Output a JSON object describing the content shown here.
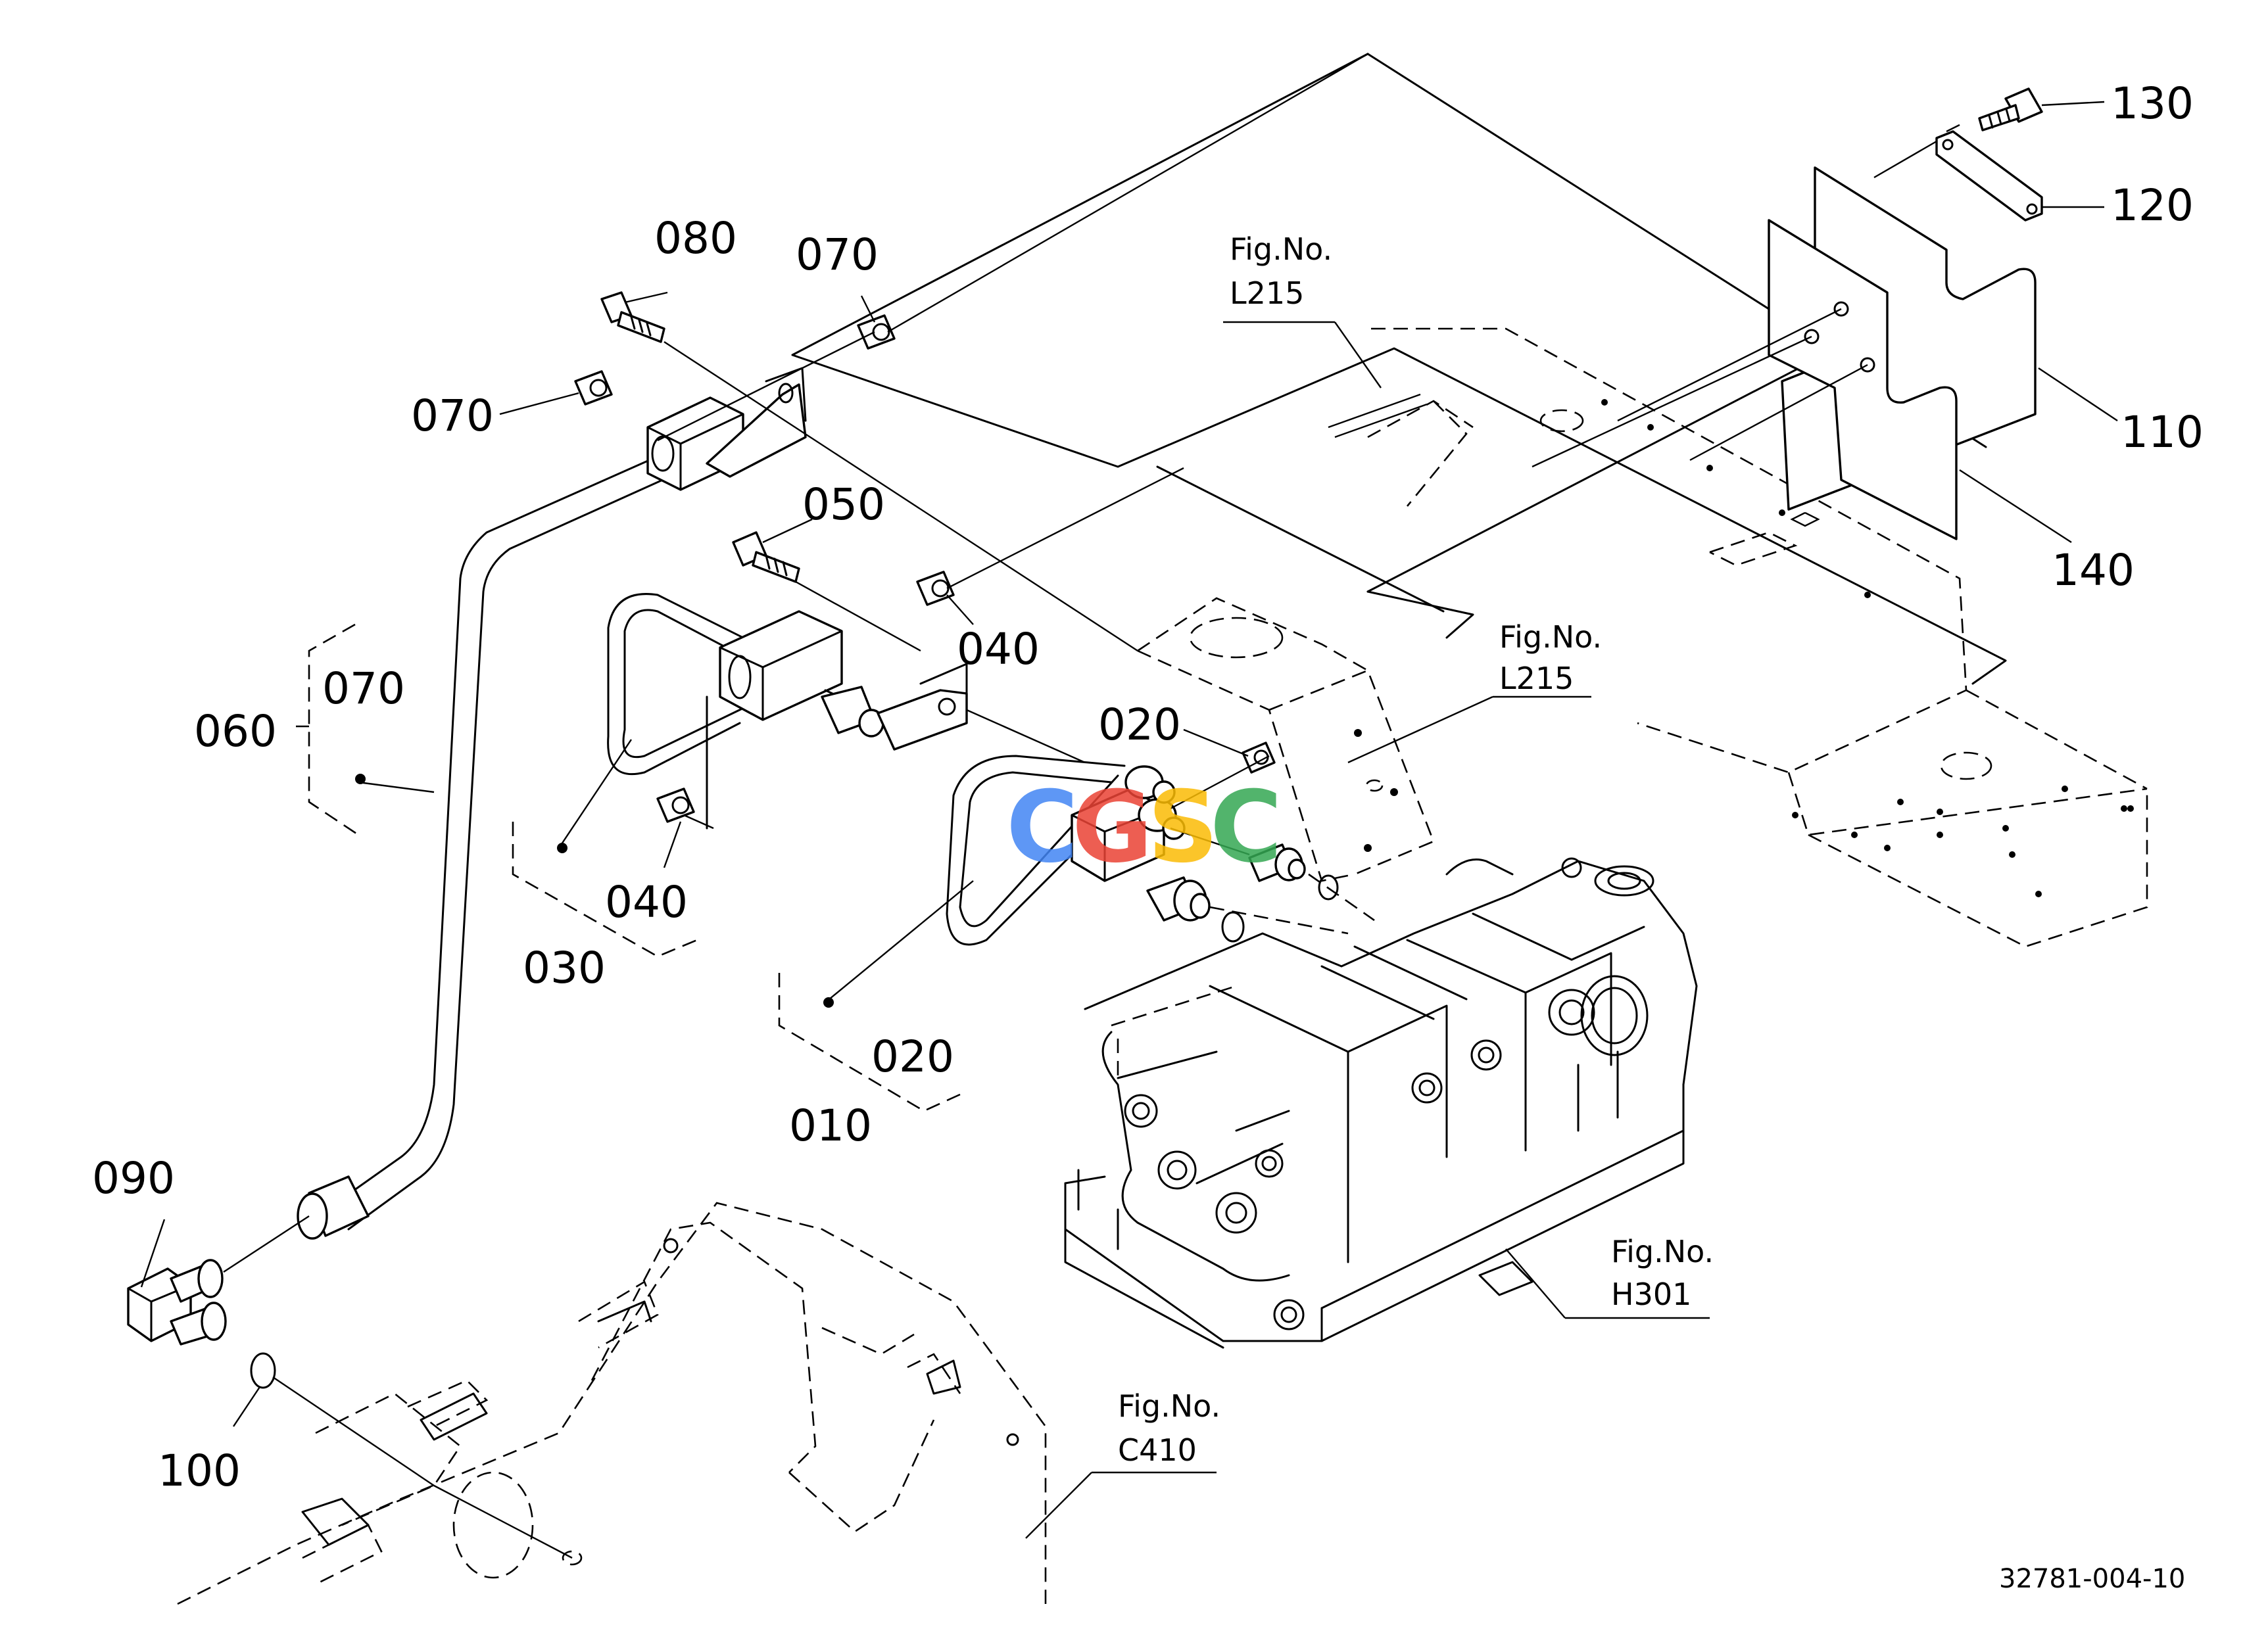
{
  "drawing_code": "32781-004-10",
  "watermark": {
    "letters": [
      {
        "char": "C",
        "color": "#4285F4"
      },
      {
        "char": "G",
        "color": "#EA4335"
      },
      {
        "char": "S",
        "color": "#FBBC05"
      },
      {
        "char": "C",
        "color": "#34A853"
      }
    ]
  },
  "fig_refs": {
    "l215_top": {
      "line1": "Fig.No.",
      "line2": "L215"
    },
    "l215_right": {
      "line1": "Fig.No.",
      "line2": "L215"
    },
    "h301": {
      "line1": "Fig.No.",
      "line2": "H301"
    },
    "c410": {
      "line1": "Fig.No.",
      "line2": "C410"
    }
  },
  "callouts": {
    "p130": "130",
    "p120": "120",
    "p110": "110",
    "p140": "140",
    "p080": "080",
    "p070_top": "070",
    "p070_left": "070",
    "p050": "050",
    "p040_right": "040",
    "p040_left": "040",
    "p020_fitting": "020",
    "p060": "060",
    "p070_group": "070",
    "p030": "030",
    "p020_group": "020",
    "p010": "010",
    "p090": "090",
    "p100": "100"
  }
}
